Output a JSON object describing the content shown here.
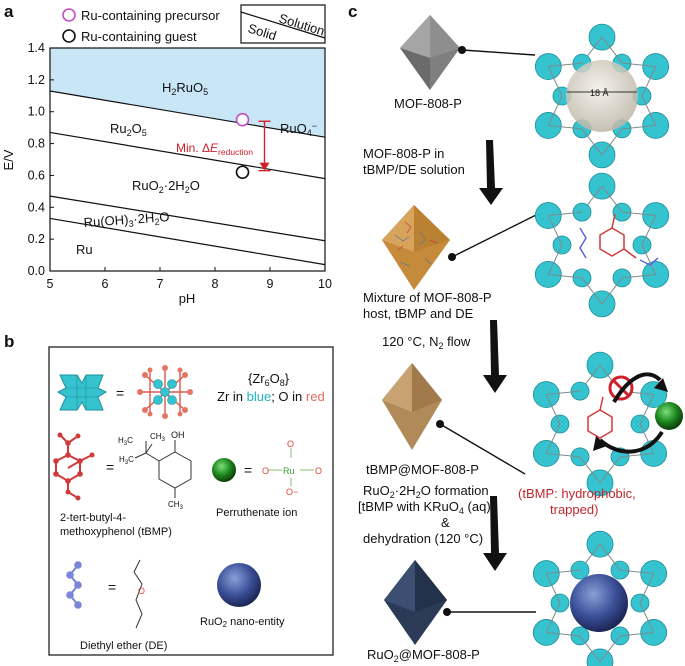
{
  "panels": {
    "a": "a",
    "b": "b",
    "c": "c"
  },
  "panel_a": {
    "legend": {
      "precursor": "Ru-containing precursor",
      "guest": "Ru-containing guest",
      "box_solution": "Solution",
      "box_solid": "Solid"
    },
    "region_labels": {
      "h2ruo5": "H2RuO5",
      "ru2o5": "Ru2O5",
      "ruo4": "RuO4−",
      "ruo2h2o": "RuO2·2H2O",
      "ruoh3": "Ru(OH)3·2H2O",
      "ru": "Ru"
    },
    "annotation": "Min. ΔEreduction",
    "colors": {
      "solution_fill": "#c9e6f7",
      "precursor": "#c04fc4",
      "arrow": "#d0212a"
    }
  },
  "chart_data": {
    "type": "line",
    "title": "",
    "xlabel": "pH",
    "ylabel": "E/V",
    "xlim": [
      5,
      10
    ],
    "ylim": [
      0,
      1.4
    ],
    "x_ticks": [
      "5",
      "6",
      "7",
      "8",
      "9",
      "10"
    ],
    "y_ticks": [
      "0.0",
      "0.2",
      "0.4",
      "0.6",
      "0.8",
      "1.0",
      "1.2",
      "1.4"
    ],
    "boundaries": [
      {
        "x": [
          5,
          10
        ],
        "y": [
          1.13,
          0.84
        ]
      },
      {
        "x": [
          5,
          10
        ],
        "y": [
          0.87,
          0.58
        ]
      },
      {
        "x": [
          5,
          10
        ],
        "y": [
          0.47,
          0.19
        ]
      },
      {
        "x": [
          5,
          10
        ],
        "y": [
          0.33,
          0.04
        ]
      }
    ],
    "points": [
      {
        "name": "Ru-containing precursor",
        "x": 8.5,
        "y": 0.95
      },
      {
        "name": "Ru-containing guest",
        "x": 8.5,
        "y": 0.62
      }
    ],
    "reduction_arrow": {
      "x": 8.9,
      "y_start": 0.94,
      "y_end": 0.63
    },
    "grid": false
  },
  "panel_b": {
    "zr_cluster": "{Zr6O8}",
    "zr_line": {
      "prefix": "Zr in ",
      "blue": "blue",
      "mid": "; O in ",
      "red": "red"
    },
    "equals": "=",
    "tbmp_name": "2-tert-butyl-4-methoxyphenol (tBMP)",
    "tbmp_line1": "2-tert-butyl-4-",
    "tbmp_line2": "methoxyphenol (tBMP)",
    "perruthenate": "Perruthenate ion",
    "de": "Diethyl ether (DE)",
    "ruo2_nano": "RuO2 nano-entity",
    "chem": {
      "oh": "OH",
      "h3c": "H3C",
      "ch3": "CH3",
      "ru": "Ru",
      "o": "O",
      "o_minus": "O−"
    }
  },
  "panel_c": {
    "mof": "MOF-808-P",
    "pore_size": "18 Å",
    "step1_line1": "MOF-808-P in",
    "step1_line2": "tBMP/DE solution",
    "mixture_line1": "Mixture of MOF-808-P",
    "mixture_line2": "host, tBMP and DE",
    "step2": "120 °C, N2 flow",
    "tbmp_mof": "tBMP@MOF-808-P",
    "trapped_line1": "(tBMP: hydrophobic,",
    "trapped_line2": "trapped)",
    "step3_line1": "RuO2·2H2O formation",
    "step3_line2": "[tBMP with KRuO4 (aq)]",
    "step3_line3": "&",
    "step3_line4": "dehydration (120 °C)",
    "final": "RuO2@MOF-808-P",
    "colors": {
      "mof_cyan": "#35c3cf",
      "octa_grey": "#8a8a8a",
      "octa_brown": "#b8925a",
      "octa_navy": "#2a3a55",
      "trapped_text": "#c0272d"
    }
  }
}
